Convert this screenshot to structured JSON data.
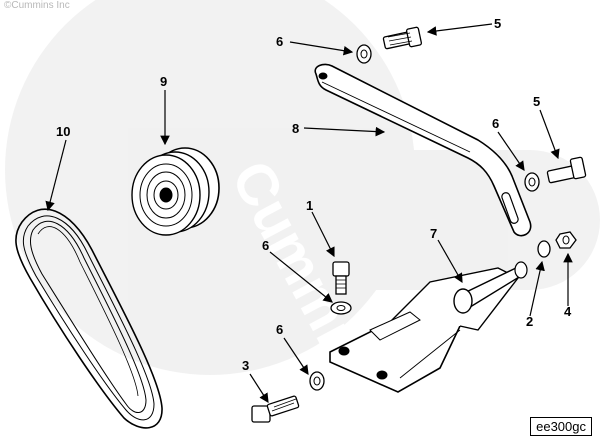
{
  "copyright": "©Cummins Inc",
  "watermark": "Cummins",
  "figure_id": "ee300gc",
  "callouts": [
    {
      "number": "1",
      "part": "capscrew"
    },
    {
      "number": "2",
      "part": "lock-washer"
    },
    {
      "number": "3",
      "part": "capscrew"
    },
    {
      "number": "4",
      "part": "nut"
    },
    {
      "number": "5",
      "part": "capscrew"
    },
    {
      "number": "5",
      "part": "capscrew"
    },
    {
      "number": "6",
      "part": "washer"
    },
    {
      "number": "6",
      "part": "washer"
    },
    {
      "number": "6",
      "part": "washer"
    },
    {
      "number": "6",
      "part": "washer"
    },
    {
      "number": "7",
      "part": "bracket"
    },
    {
      "number": "8",
      "part": "adjusting-link"
    },
    {
      "number": "9",
      "part": "pulley"
    },
    {
      "number": "10",
      "part": "belt"
    }
  ]
}
